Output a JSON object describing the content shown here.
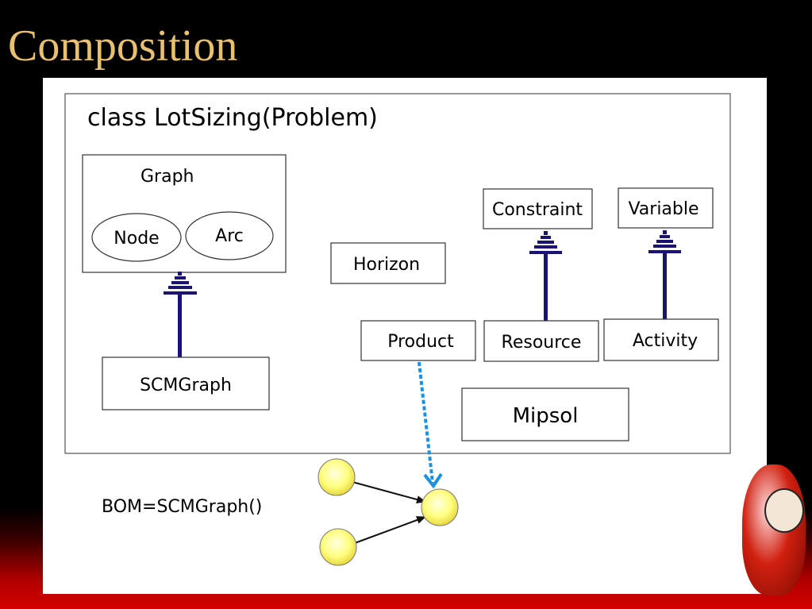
{
  "slide": {
    "title": "Composition"
  },
  "diagram": {
    "class_label": "class LotSizing(Problem)",
    "graph_label": "Graph",
    "node_label": "Node",
    "arc_label": "Arc",
    "scmgraph_label": "SCMGraph",
    "horizon_label": "Horizon",
    "product_label": "Product",
    "constraint_label": "Constraint",
    "variable_label": "Variable",
    "resource_label": "Resource",
    "activity_label": "Activity",
    "mipsol_label": "Mipsol",
    "bom_label": "BOM=SCMGraph()"
  },
  "colors": {
    "title": "#e8c070",
    "inheritance": "#1a1470",
    "dependency": "#1a90e0",
    "node_fill": "#ffff80"
  }
}
